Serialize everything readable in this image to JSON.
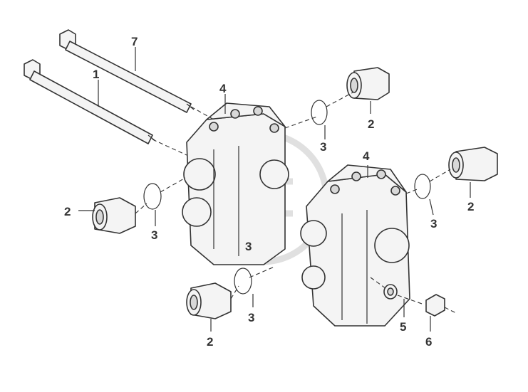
{
  "callouts": {
    "c7": "7",
    "c1": "1",
    "c4a": "4",
    "c2a": "2",
    "c3a": "3",
    "c4b": "4",
    "c2b": "2",
    "c3b": "3",
    "c2c": "2",
    "c3c": "3",
    "c3d": "3",
    "c2d": "2",
    "c5": "5",
    "c6": "6",
    "c3e": "3"
  },
  "colors": {
    "line": "#333333",
    "watermark": "#c6c6c6"
  }
}
